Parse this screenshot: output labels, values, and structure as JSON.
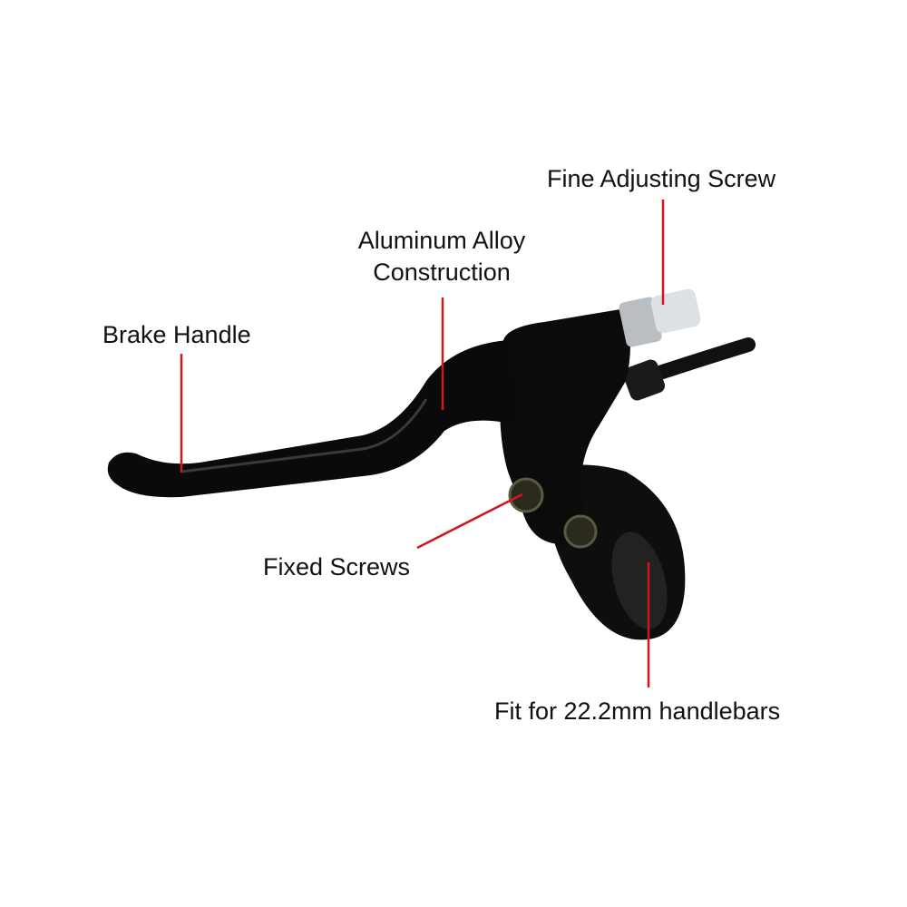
{
  "labels": {
    "fine_adjusting_screw": "Fine Adjusting Screw",
    "aluminum_line1": "Aluminum Alloy",
    "aluminum_line2": "Construction",
    "brake_handle": "Brake Handle",
    "fixed_screws": "Fixed Screws",
    "handlebar_fit": "Fit for 22.2mm handlebars"
  },
  "colors": {
    "leader_line": "#d0171d",
    "lever_body": "#0c0c0c",
    "adjuster_silver": "#cfd3d6"
  }
}
